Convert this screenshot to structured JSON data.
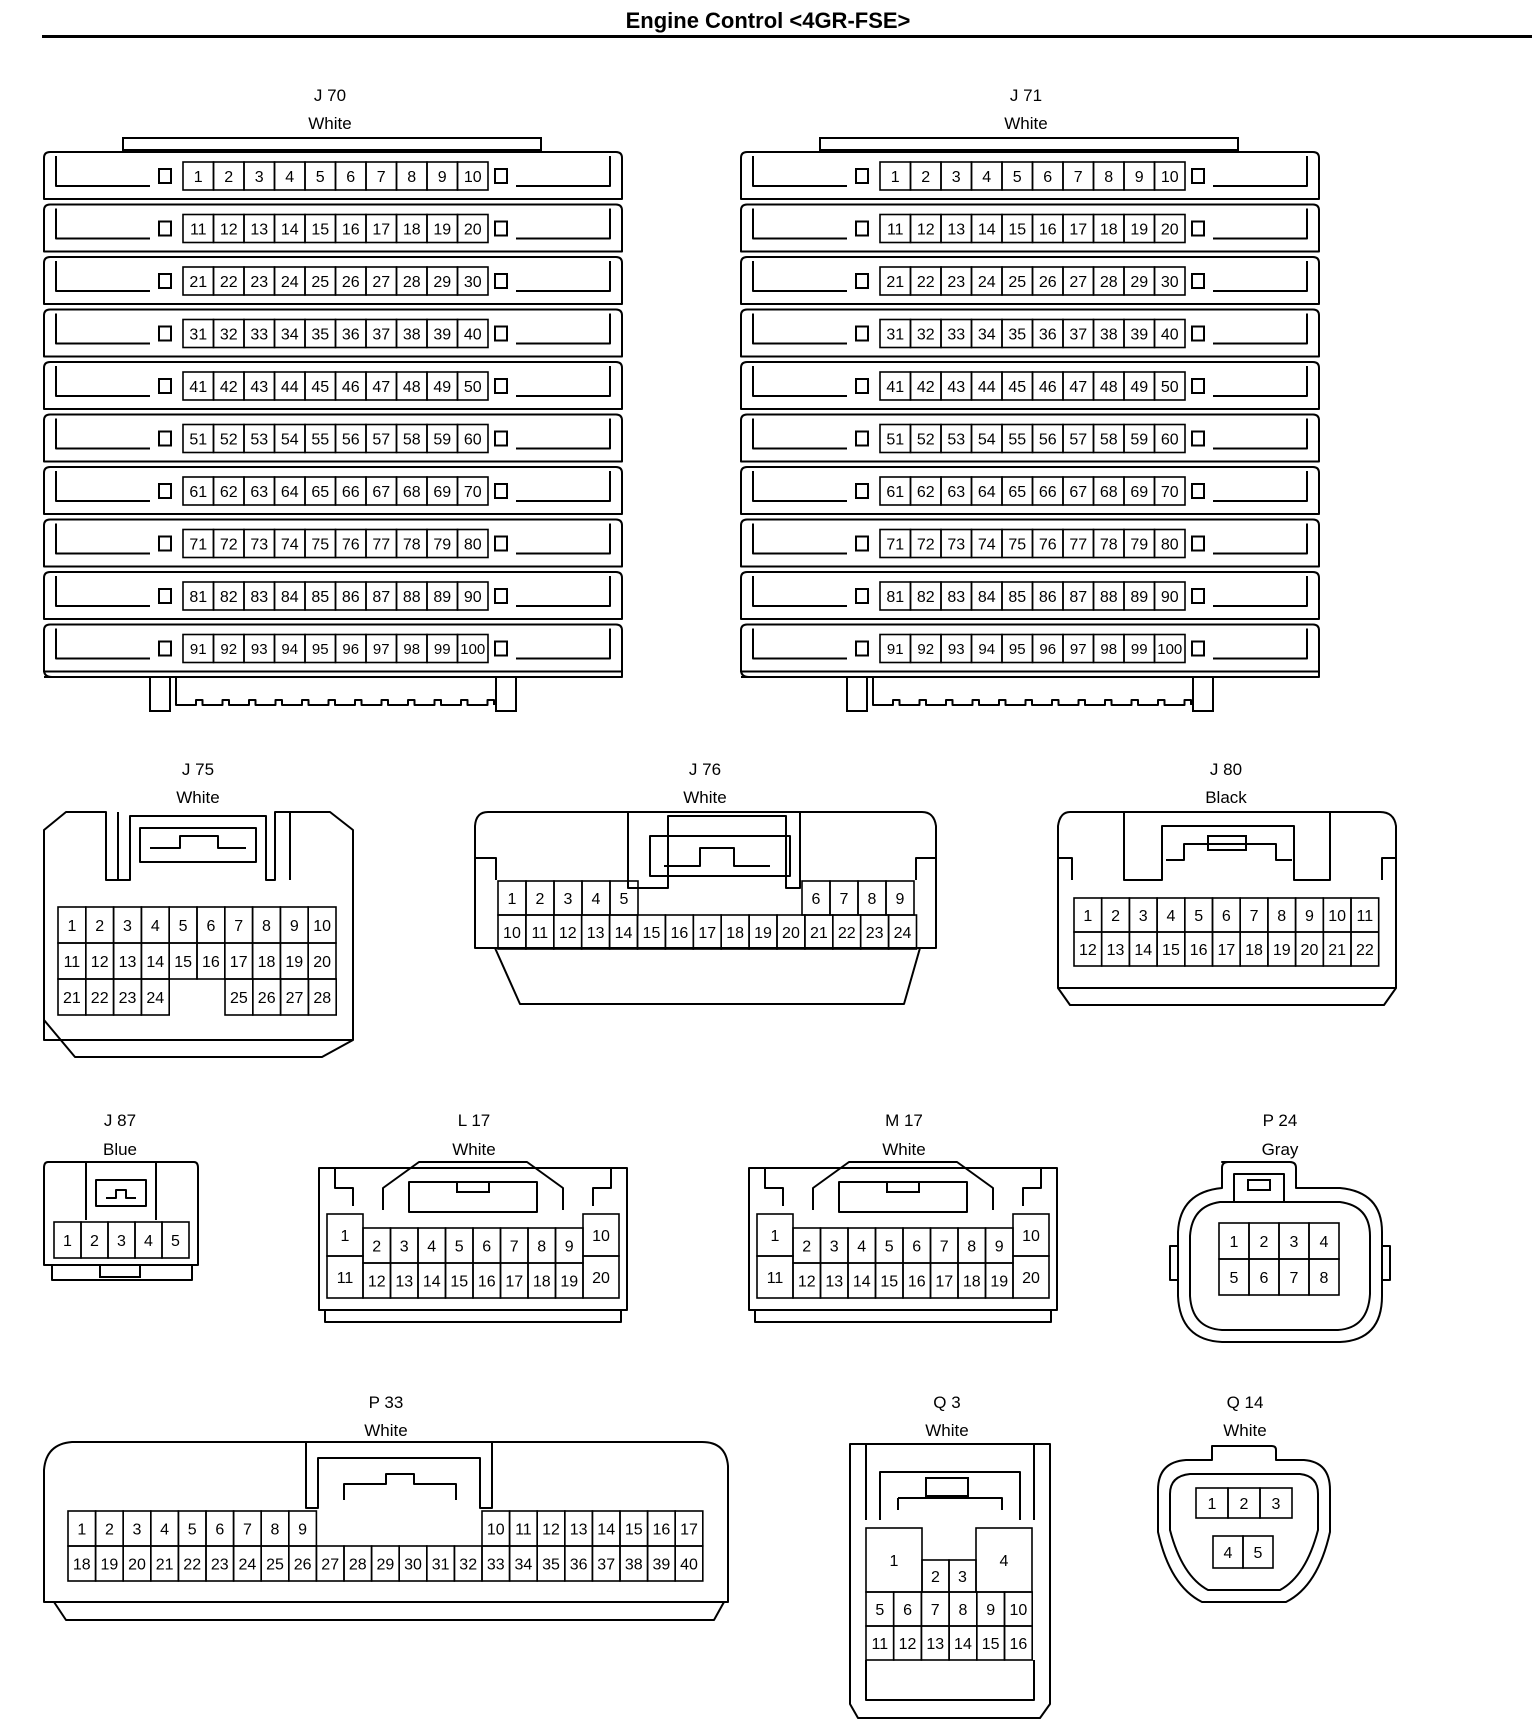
{
  "title": "Engine Control <4GR-FSE>",
  "connectors": [
    {
      "id": "J 70",
      "color": "White"
    },
    {
      "id": "J 71",
      "color": "White"
    },
    {
      "id": "J 75",
      "color": "White"
    },
    {
      "id": "J 76",
      "color": "White"
    },
    {
      "id": "J 80",
      "color": "Black"
    },
    {
      "id": "J 87",
      "color": "Blue"
    },
    {
      "id": "L 17",
      "color": "White"
    },
    {
      "id": "M 17",
      "color": "White"
    },
    {
      "id": "P 24",
      "color": "Gray"
    },
    {
      "id": "P 33",
      "color": "White"
    },
    {
      "id": "Q 3",
      "color": "White"
    },
    {
      "id": "Q 14",
      "color": "White"
    }
  ]
}
